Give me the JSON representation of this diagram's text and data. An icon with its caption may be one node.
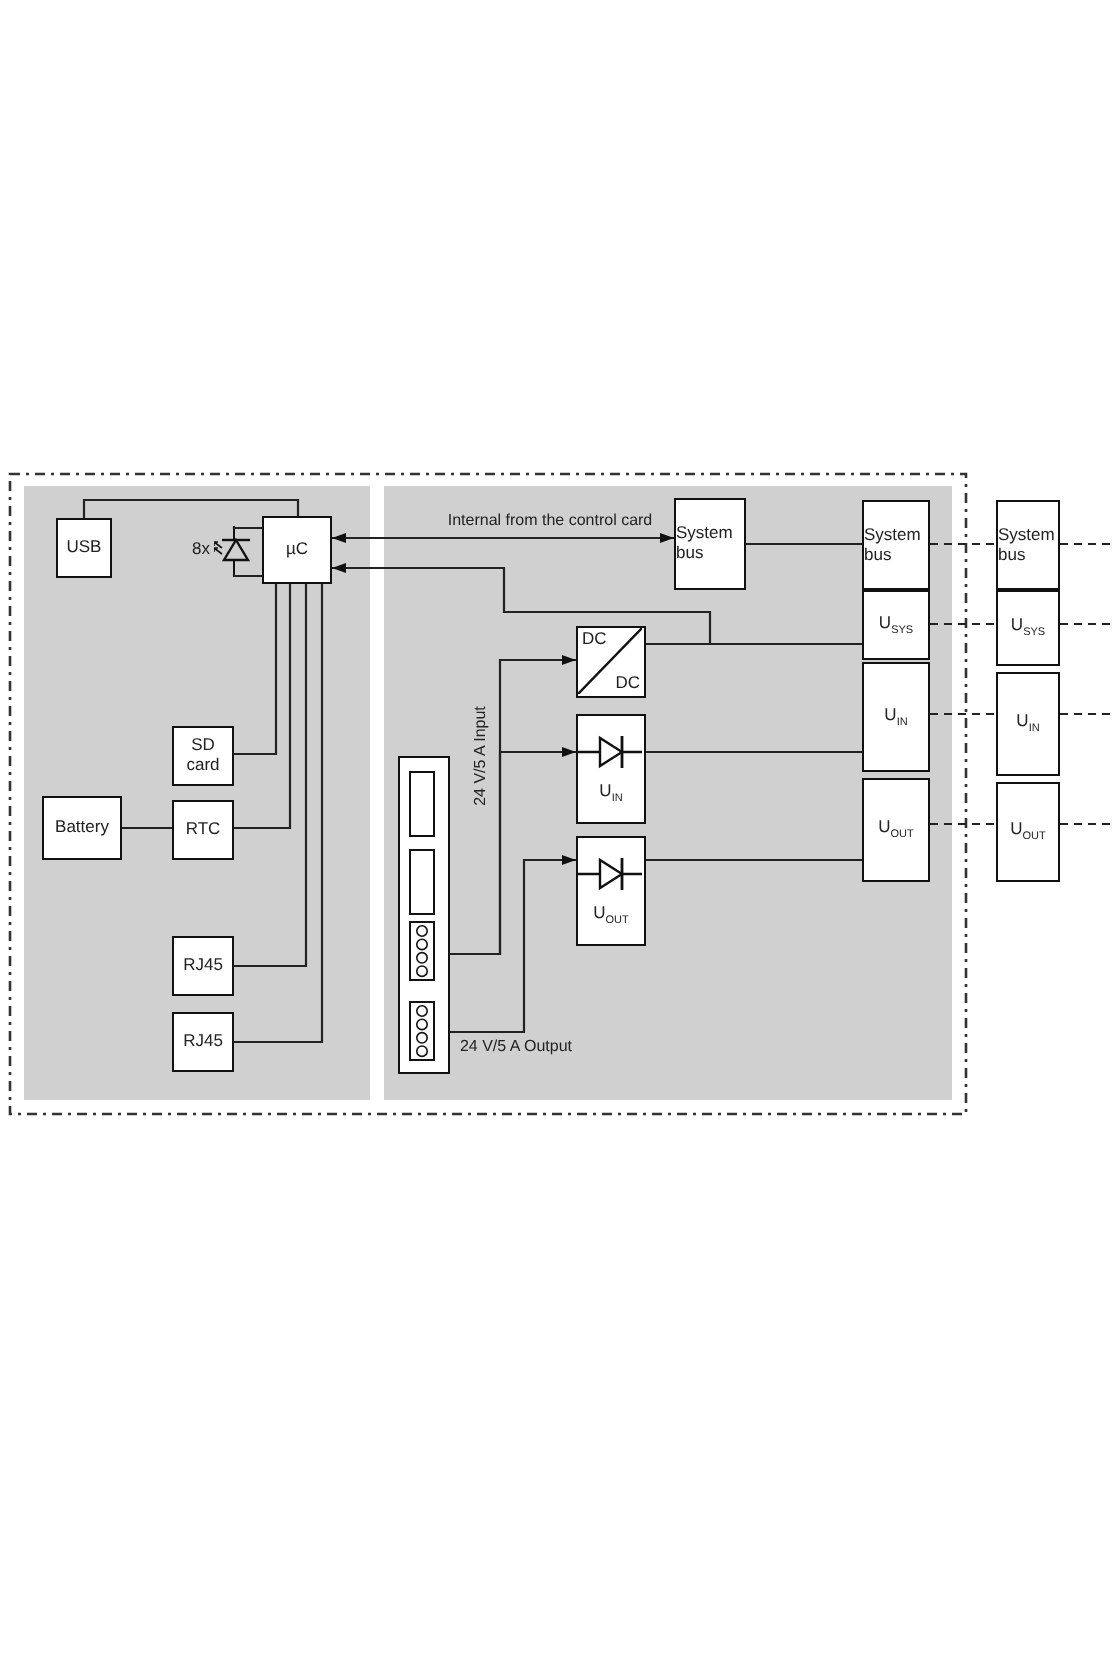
{
  "diagram": {
    "nodes": [
      {
        "text": [],
        "shape": "box"
      },
      {
        "text": [],
        "shape": "box"
      },
      {
        "text": [
          "USB"
        ],
        "in": 0
      },
      {
        "text": [
          "µC"
        ],
        "in": 0
      },
      {
        "text": [],
        "shape": "diode",
        "beside": [
          "8x"
        ],
        "in": 0
      },
      {
        "text": [
          "SD card"
        ],
        "in": 0
      },
      {
        "text": [
          "Battery"
        ],
        "in": 0
      },
      {
        "text": [
          "RTC"
        ],
        "in": 0
      },
      {
        "text": [
          "RJ45"
        ],
        "in": 0
      },
      {
        "text": [
          "RJ45"
        ],
        "in": 0
      },
      {
        "text": [
          "System bus"
        ],
        "in": 1
      },
      {
        "text": [
          "DC",
          "DC"
        ],
        "in": 1
      },
      {
        "text": [
          "U$_{IN}$"
        ],
        "in": 1
      },
      {
        "text": [
          "U$_{OUT}$"
        ],
        "in": 1
      },
      {
        "text": [],
        "shape": "box",
        "in": 1
      },
      {
        "text": [
          "System bus"
        ],
        "in": 1
      },
      {
        "text": [
          "U$_{SYS}$"
        ],
        "in": 1
      },
      {
        "text": [
          "U$_{IN}$"
        ],
        "in": 1
      },
      {
        "text": [
          "U$_{OUT}$"
        ],
        "in": 1
      },
      {
        "text": [
          "System bus"
        ]
      },
      {
        "text": [
          "U$_{SYS}$"
        ]
      },
      {
        "text": [
          "U$_{IN}$"
        ]
      },
      {
        "text": [
          "U$_{OUT}$"
        ]
      }
    ],
    "edges": [
      {
        "from": 2,
        "to": 3,
        "arrow": "none"
      },
      {
        "from": 3,
        "to": 4,
        "arrow": "none"
      },
      {
        "from": 3,
        "to": 4,
        "arrow": "none"
      },
      {
        "from": 3,
        "to": 5,
        "arrow": "none"
      },
      {
        "from": 3,
        "to": 7,
        "arrow": "none"
      },
      {
        "from": 3,
        "to": 8,
        "arrow": "none"
      },
      {
        "from": 3,
        "to": 9,
        "arrow": "none"
      },
      {
        "from": 6,
        "to": 7,
        "arrow": "none"
      },
      {
        "from": 3,
        "to": 10,
        "arrow": "both",
        "label": "Internal from the control card"
      },
      {
        "from": 11,
        "to": 3,
        "arrow": "to"
      },
      {
        "from": 11,
        "to": 16,
        "arrow": "none"
      },
      {
        "from": 10,
        "to": 15,
        "arrow": "none"
      },
      {
        "from": 14,
        "to": 11,
        "arrow": "to",
        "label": "24 V/5 A Input"
      },
      {
        "from": 14,
        "to": 12,
        "arrow": "to"
      },
      {
        "from": 14,
        "to": 13,
        "arrow": "to",
        "label": "24 V/5 A Output"
      },
      {
        "from": 12,
        "to": 17,
        "arrow": "none"
      },
      {
        "from": 13,
        "to": 18,
        "arrow": "none"
      },
      {
        "from": 15,
        "to": 19,
        "arrow": "none",
        "style": "dashed"
      },
      {
        "from": 16,
        "to": 20,
        "arrow": "none",
        "style": "dashed"
      },
      {
        "from": 17,
        "to": 21,
        "arrow": "none",
        "style": "dashed"
      },
      {
        "from": 18,
        "to": 22,
        "arrow": "none",
        "style": "dashed"
      },
      {
        "from": 19,
        "to": null,
        "arrow": "none",
        "style": "dashed"
      },
      {
        "from": 20,
        "to": null,
        "arrow": "none",
        "style": "dashed"
      },
      {
        "from": 21,
        "to": null,
        "arrow": "none",
        "style": "dashed"
      },
      {
        "from": 22,
        "to": null,
        "arrow": "none",
        "style": "dashed"
      }
    ]
  }
}
